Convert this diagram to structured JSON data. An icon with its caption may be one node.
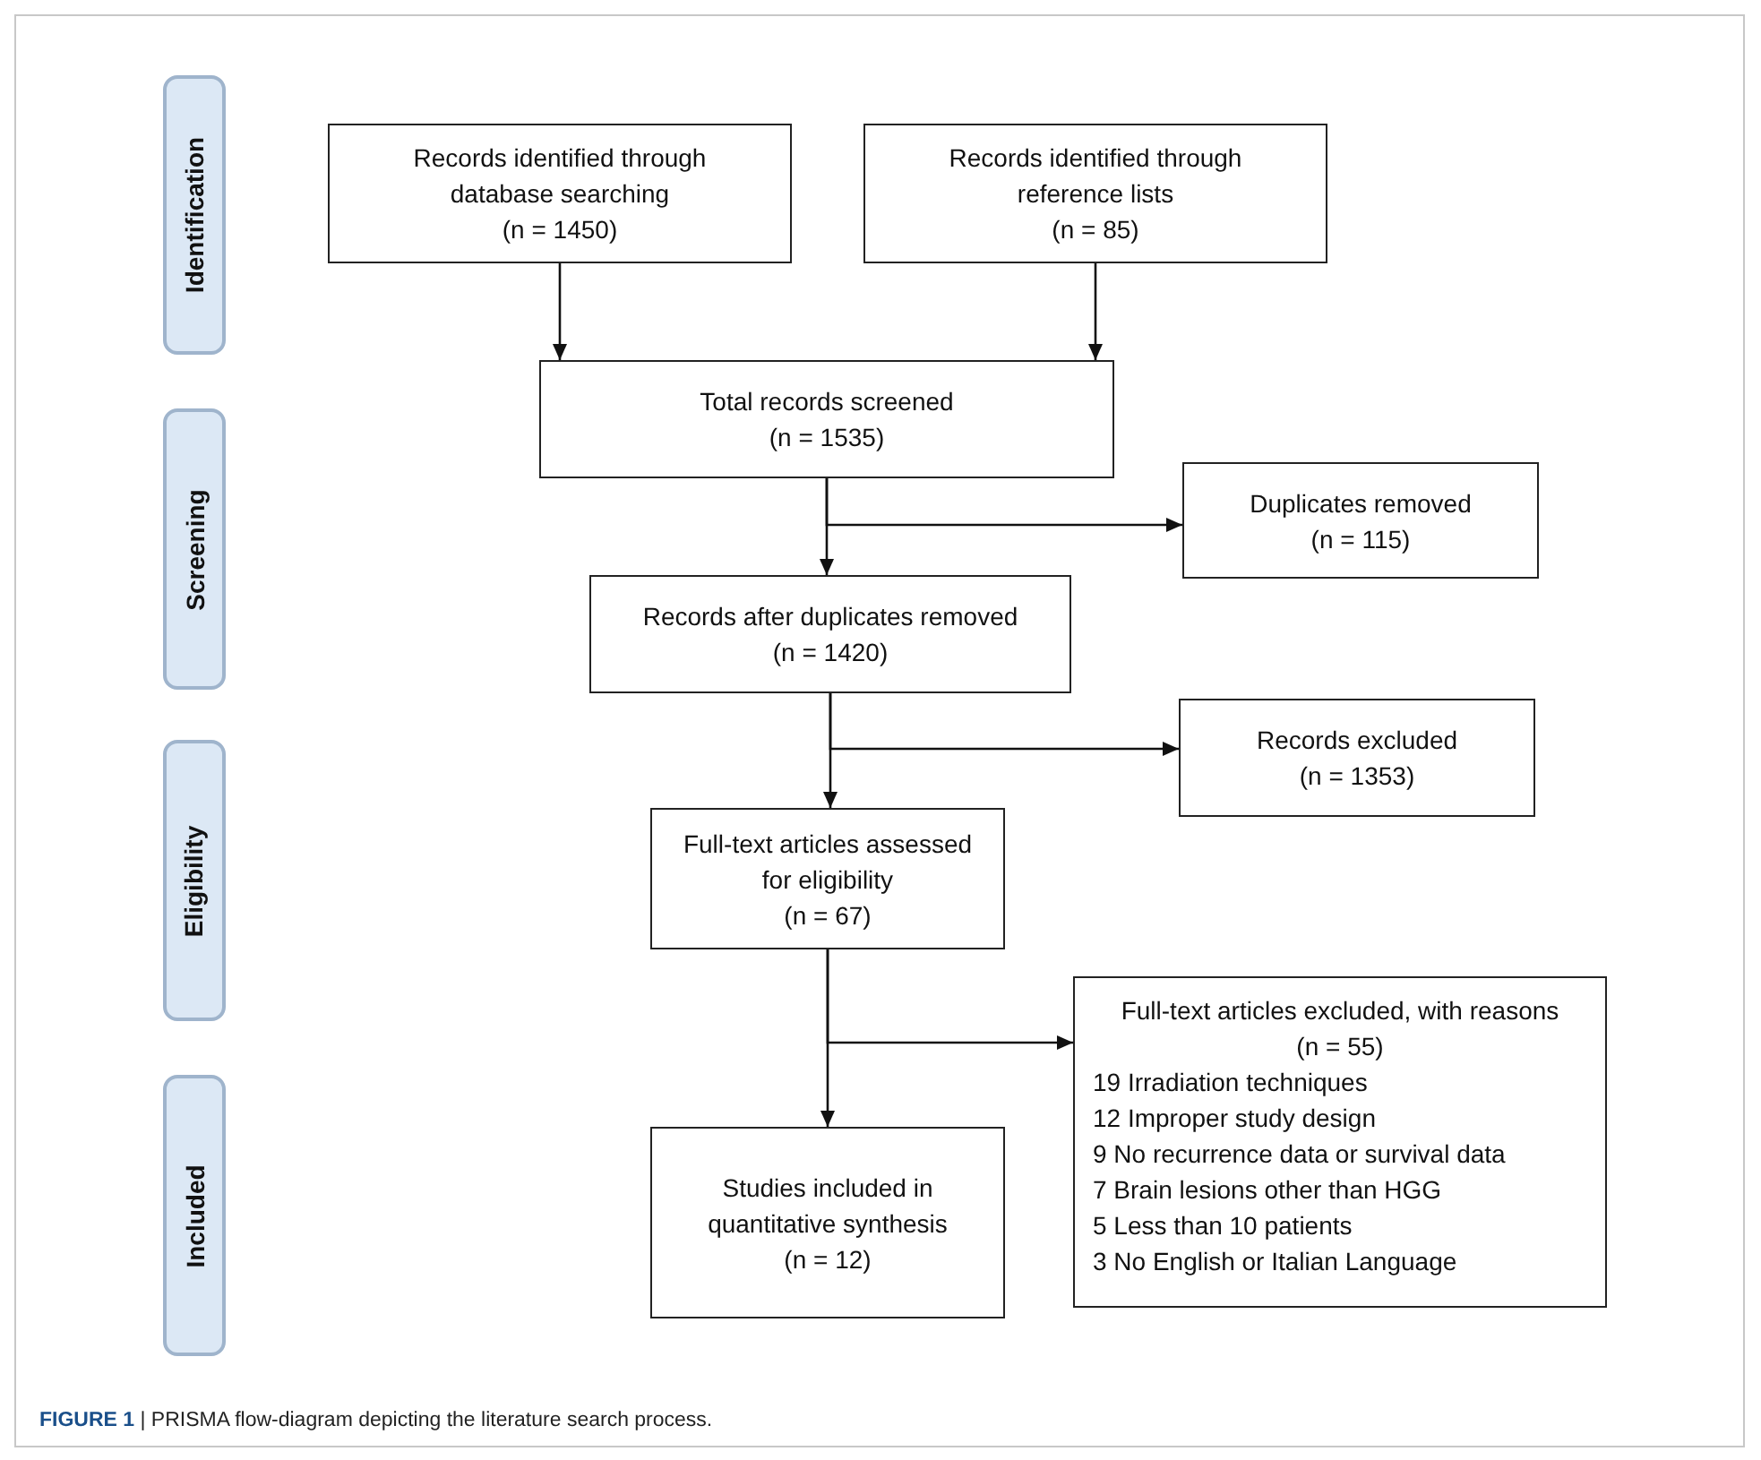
{
  "diagram": {
    "caption": "**FIGURE 1** | PRISMA flow-diagram depicting the literature search process.",
    "nodes": [
      {
        "text": [
          "Identification"
        ]
      },
      {
        "text": [
          "Screening"
        ]
      },
      {
        "text": [
          "Eligibility"
        ]
      },
      {
        "text": [
          "Included"
        ]
      },
      {
        "text": [
          "Records identified through database searching",
          "(n = 1450)"
        ]
      },
      {
        "text": [
          "Records identified through reference lists",
          "(n = 85)"
        ]
      },
      {
        "text": [
          "Total records screened",
          "(n = 1535)"
        ]
      },
      {
        "text": [
          "Duplicates removed",
          "(n = 115)"
        ]
      },
      {
        "text": [
          "Records after duplicates removed",
          "(n = 1420)"
        ]
      },
      {
        "text": [
          "Records excluded",
          "(n = 1353)"
        ]
      },
      {
        "text": [
          "Full-text articles assessed for eligibility",
          "(n = 67)"
        ]
      },
      {
        "text": [
          "Full-text articles excluded, with reasons",
          "(n = 55)",
          "19 Irradiation techniques",
          "12 Improper study design",
          "9 No recurrence data or survival data",
          "7 Brain lesions other than HGG",
          "5 Less than 10 patients",
          "3 No English or Italian Language"
        ]
      },
      {
        "text": [
          "Studies included in quantitative synthesis",
          "(n = 12)"
        ]
      }
    ],
    "edges": [
      {
        "from": 4,
        "to": 6,
        "arrow": "to"
      },
      {
        "from": 5,
        "to": 6,
        "arrow": "to"
      },
      {
        "from": 6,
        "to": 7,
        "arrow": "to"
      },
      {
        "from": 6,
        "to": 8,
        "arrow": "to"
      },
      {
        "from": 8,
        "to": 9,
        "arrow": "to"
      },
      {
        "from": 8,
        "to": 10,
        "arrow": "to"
      },
      {
        "from": 10,
        "to": 11,
        "arrow": "to"
      },
      {
        "from": 10,
        "to": 12,
        "arrow": "to"
      }
    ]
  }
}
